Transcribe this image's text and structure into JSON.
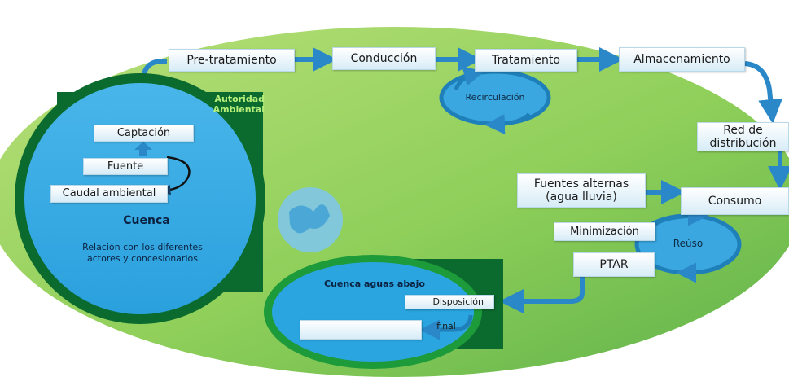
{
  "nodes": {
    "pretratamiento": "Pre-tratamiento",
    "conduccion": "Conducción",
    "tratamiento": "Tratamiento",
    "almacenamiento": "Almacenamiento",
    "recirculacion": "Recirculación",
    "red_distribucion_1": "Red de",
    "red_distribucion_2": "distribución",
    "consumo": "Consumo",
    "fuentes_alternas_1": "Fuentes alternas",
    "fuentes_alternas_2": "(agua lluvia)",
    "minimizacion": "Minimización",
    "reuso": "Reúso",
    "ptar": "PTAR",
    "captacion": "Captación",
    "fuente": "Fuente",
    "caudal_ambiental": "Caudal ambiental",
    "cuenca": "Cuenca",
    "cuenca_note_1": "Relación con los diferentes",
    "cuenca_note_2": "actores  y concesionarios",
    "autoridad_1": "Autoridad",
    "autoridad_2": "Ambiental",
    "cuenca_abajo": "Cuenca  aguas abajo",
    "disposicion_1": "Disposición",
    "disposicion_2": "final"
  },
  "colors": {
    "background_green": "#8bc34a",
    "dark_green": "#0b6b2e",
    "circle_blue": "#3aa7e0",
    "arrow_blue": "#2a88c9"
  }
}
